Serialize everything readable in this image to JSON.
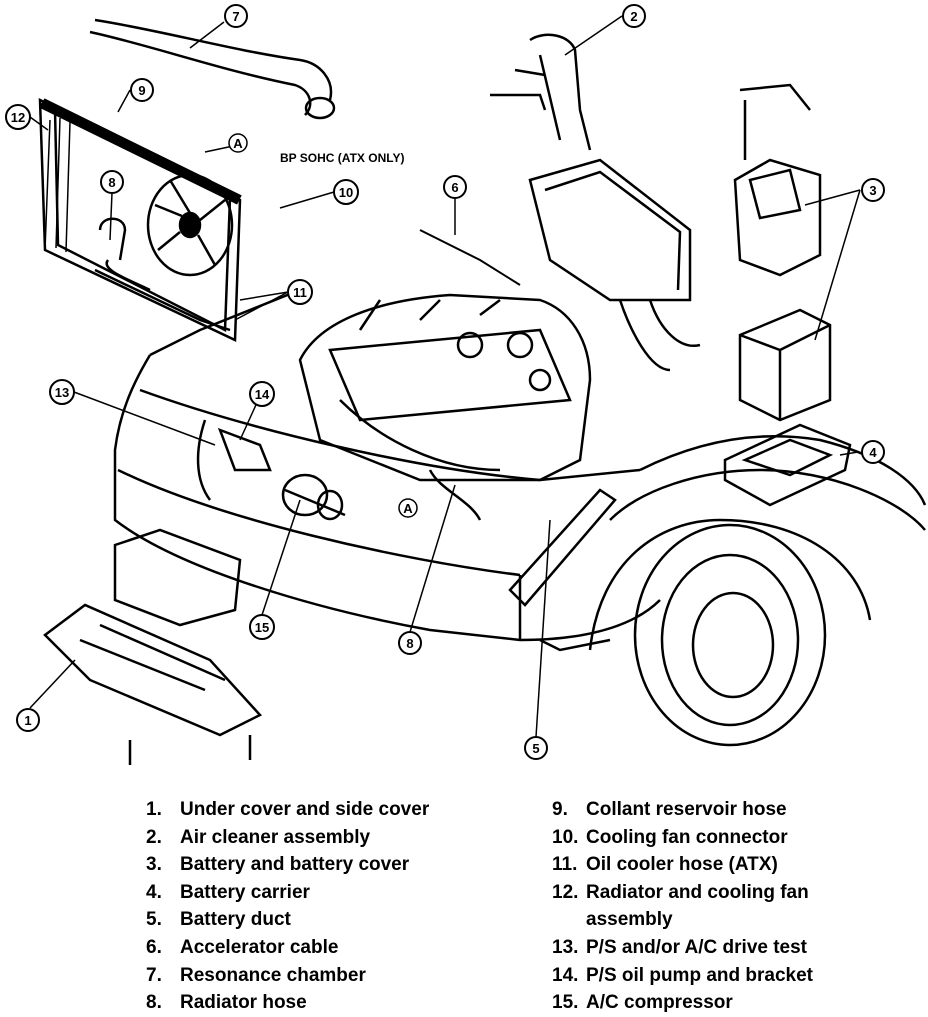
{
  "note": "BP SOHC (ATX ONLY)",
  "crossref_label": "A",
  "callouts": [
    "1",
    "2",
    "3",
    "4",
    "5",
    "6",
    "7",
    "8",
    "9",
    "10",
    "11",
    "12",
    "13",
    "14",
    "15"
  ],
  "legend": {
    "left": [
      {
        "num": "1.",
        "text": "Under cover and side cover"
      },
      {
        "num": "2.",
        "text": "Air cleaner assembly"
      },
      {
        "num": "3.",
        "text": "Battery and battery cover"
      },
      {
        "num": "4.",
        "text": "Battery carrier"
      },
      {
        "num": "5.",
        "text": "Battery duct"
      },
      {
        "num": "6.",
        "text": "Accelerator cable"
      },
      {
        "num": "7.",
        "text": "Resonance chamber"
      },
      {
        "num": "8.",
        "text": "Radiator hose"
      }
    ],
    "right": [
      {
        "num": "9.",
        "text": "Collant reservoir hose"
      },
      {
        "num": "10.",
        "text": "Cooling fan connector"
      },
      {
        "num": "11.",
        "text": "Oil cooler hose (ATX)"
      },
      {
        "num": "12.",
        "text": "Radiator and cooling fan assembly"
      },
      {
        "num": "13.",
        "text": "P/S and/or A/C drive test"
      },
      {
        "num": "14.",
        "text": "P/S oil pump and bracket"
      },
      {
        "num": "15.",
        "text": "A/C compressor"
      }
    ]
  }
}
